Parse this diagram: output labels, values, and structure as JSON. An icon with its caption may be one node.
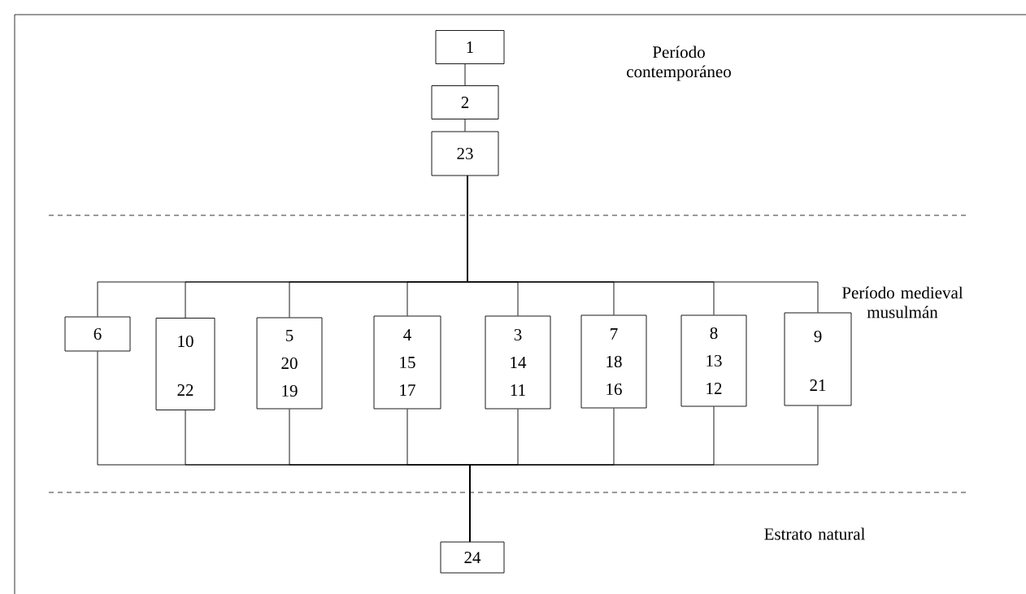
{
  "diagram": {
    "nodes": [
      {
        "text": [
          "1"
        ]
      },
      {
        "text": [
          "2"
        ]
      },
      {
        "text": [
          "23"
        ]
      },
      {
        "text": [
          "6"
        ]
      },
      {
        "text": [
          "10",
          "22"
        ]
      },
      {
        "text": [
          "5",
          "20",
          "19"
        ]
      },
      {
        "text": [
          "4",
          "15",
          "17"
        ]
      },
      {
        "text": [
          "3",
          "14",
          "11"
        ]
      },
      {
        "text": [
          "7",
          "18",
          "16"
        ]
      },
      {
        "text": [
          "8",
          "13",
          "12"
        ]
      },
      {
        "text": [
          "9",
          "21"
        ]
      },
      {
        "text": [
          "24"
        ]
      }
    ],
    "edges": [
      {
        "from": 0,
        "to": 1,
        "arrow": "none"
      },
      {
        "from": 1,
        "to": 2,
        "arrow": "none"
      },
      {
        "from": 2,
        "to": 3,
        "arrow": "none"
      },
      {
        "from": 2,
        "to": 4,
        "arrow": "none"
      },
      {
        "from": 2,
        "to": 5,
        "arrow": "none"
      },
      {
        "from": 2,
        "to": 6,
        "arrow": "none"
      },
      {
        "from": 2,
        "to": 7,
        "arrow": "none"
      },
      {
        "from": 2,
        "to": 8,
        "arrow": "none"
      },
      {
        "from": 2,
        "to": 9,
        "arrow": "none"
      },
      {
        "from": 2,
        "to": 10,
        "arrow": "none"
      },
      {
        "from": 3,
        "to": 11,
        "arrow": "none"
      },
      {
        "from": 4,
        "to": 11,
        "arrow": "none"
      },
      {
        "from": 5,
        "to": 11,
        "arrow": "none"
      },
      {
        "from": 6,
        "to": 11,
        "arrow": "none"
      },
      {
        "from": 7,
        "to": 11,
        "arrow": "none"
      },
      {
        "from": 8,
        "to": 11,
        "arrow": "none"
      },
      {
        "from": 9,
        "to": 11,
        "arrow": "none"
      },
      {
        "from": 10,
        "to": 11,
        "arrow": "none"
      }
    ],
    "labels": [
      "Período contemporáneo",
      "Período medieval musulmán",
      "Estrato natural"
    ]
  }
}
